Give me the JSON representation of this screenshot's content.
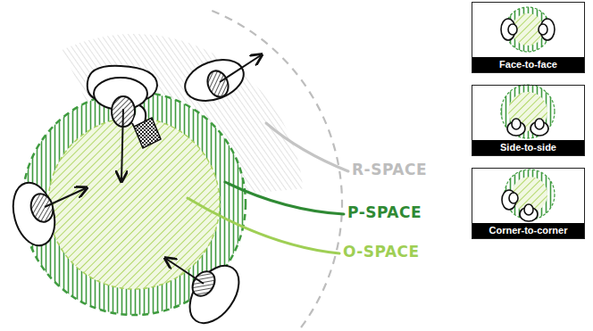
{
  "diagram": {
    "nodes": [
      {
        "text": [
          "Face-to-face"
        ]
      },
      {
        "text": [
          "Side-to-side"
        ]
      },
      {
        "text": [
          "Corner-to-corner"
        ]
      }
    ],
    "labels": [
      "R-SPACE",
      "P-SPACE",
      "O-SPACE"
    ]
  }
}
